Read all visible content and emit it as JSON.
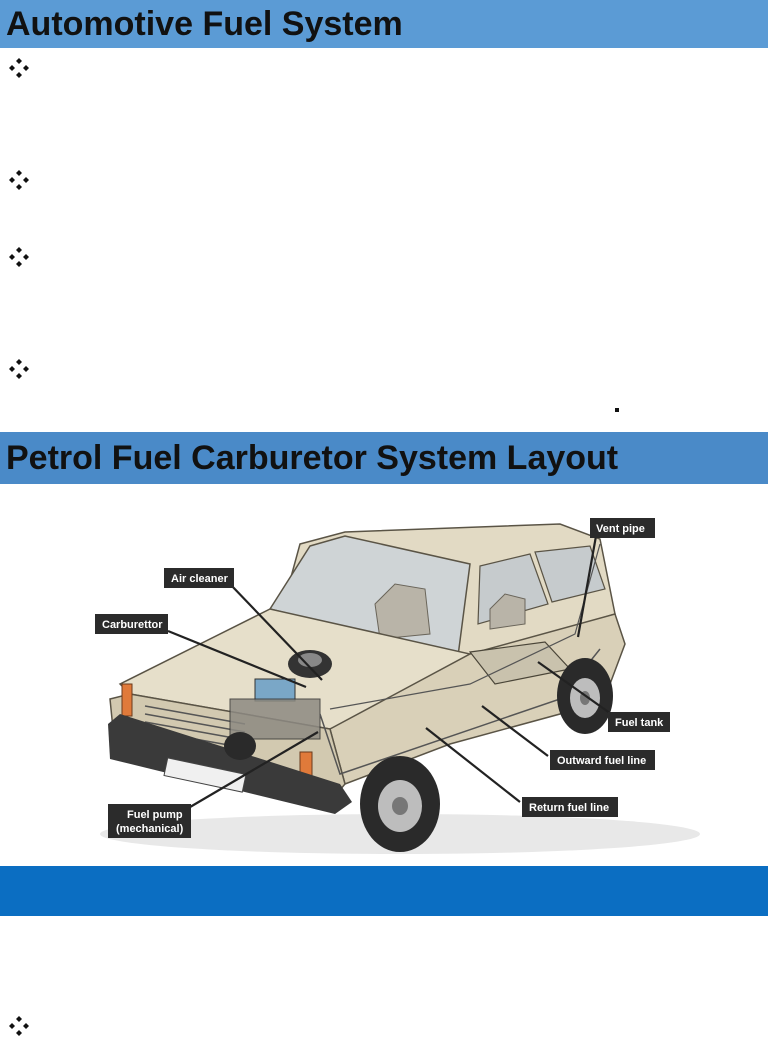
{
  "section1": {
    "title": "Automotive Fuel System"
  },
  "section2": {
    "title": "Petrol Fuel Carburetor System Layout"
  },
  "section3": {
    "title": ""
  },
  "figure": {
    "labels": {
      "vent_pipe": "Vent pipe",
      "air_cleaner": "Air cleaner",
      "carburettor": "Carburettor",
      "fuel_tank": "Fuel tank",
      "outward_fuel_line": "Outward fuel line",
      "return_fuel_line": "Return fuel line",
      "fuel_pump_line1": "Fuel pump",
      "fuel_pump_line2": "(mechanical)"
    }
  },
  "colors": {
    "banner1": "#5b9bd5",
    "banner2": "#4a8ac8",
    "banner3": "#0b6ec2",
    "car_body": "#ddd4bd",
    "label_bg": "#2b2b2b"
  }
}
